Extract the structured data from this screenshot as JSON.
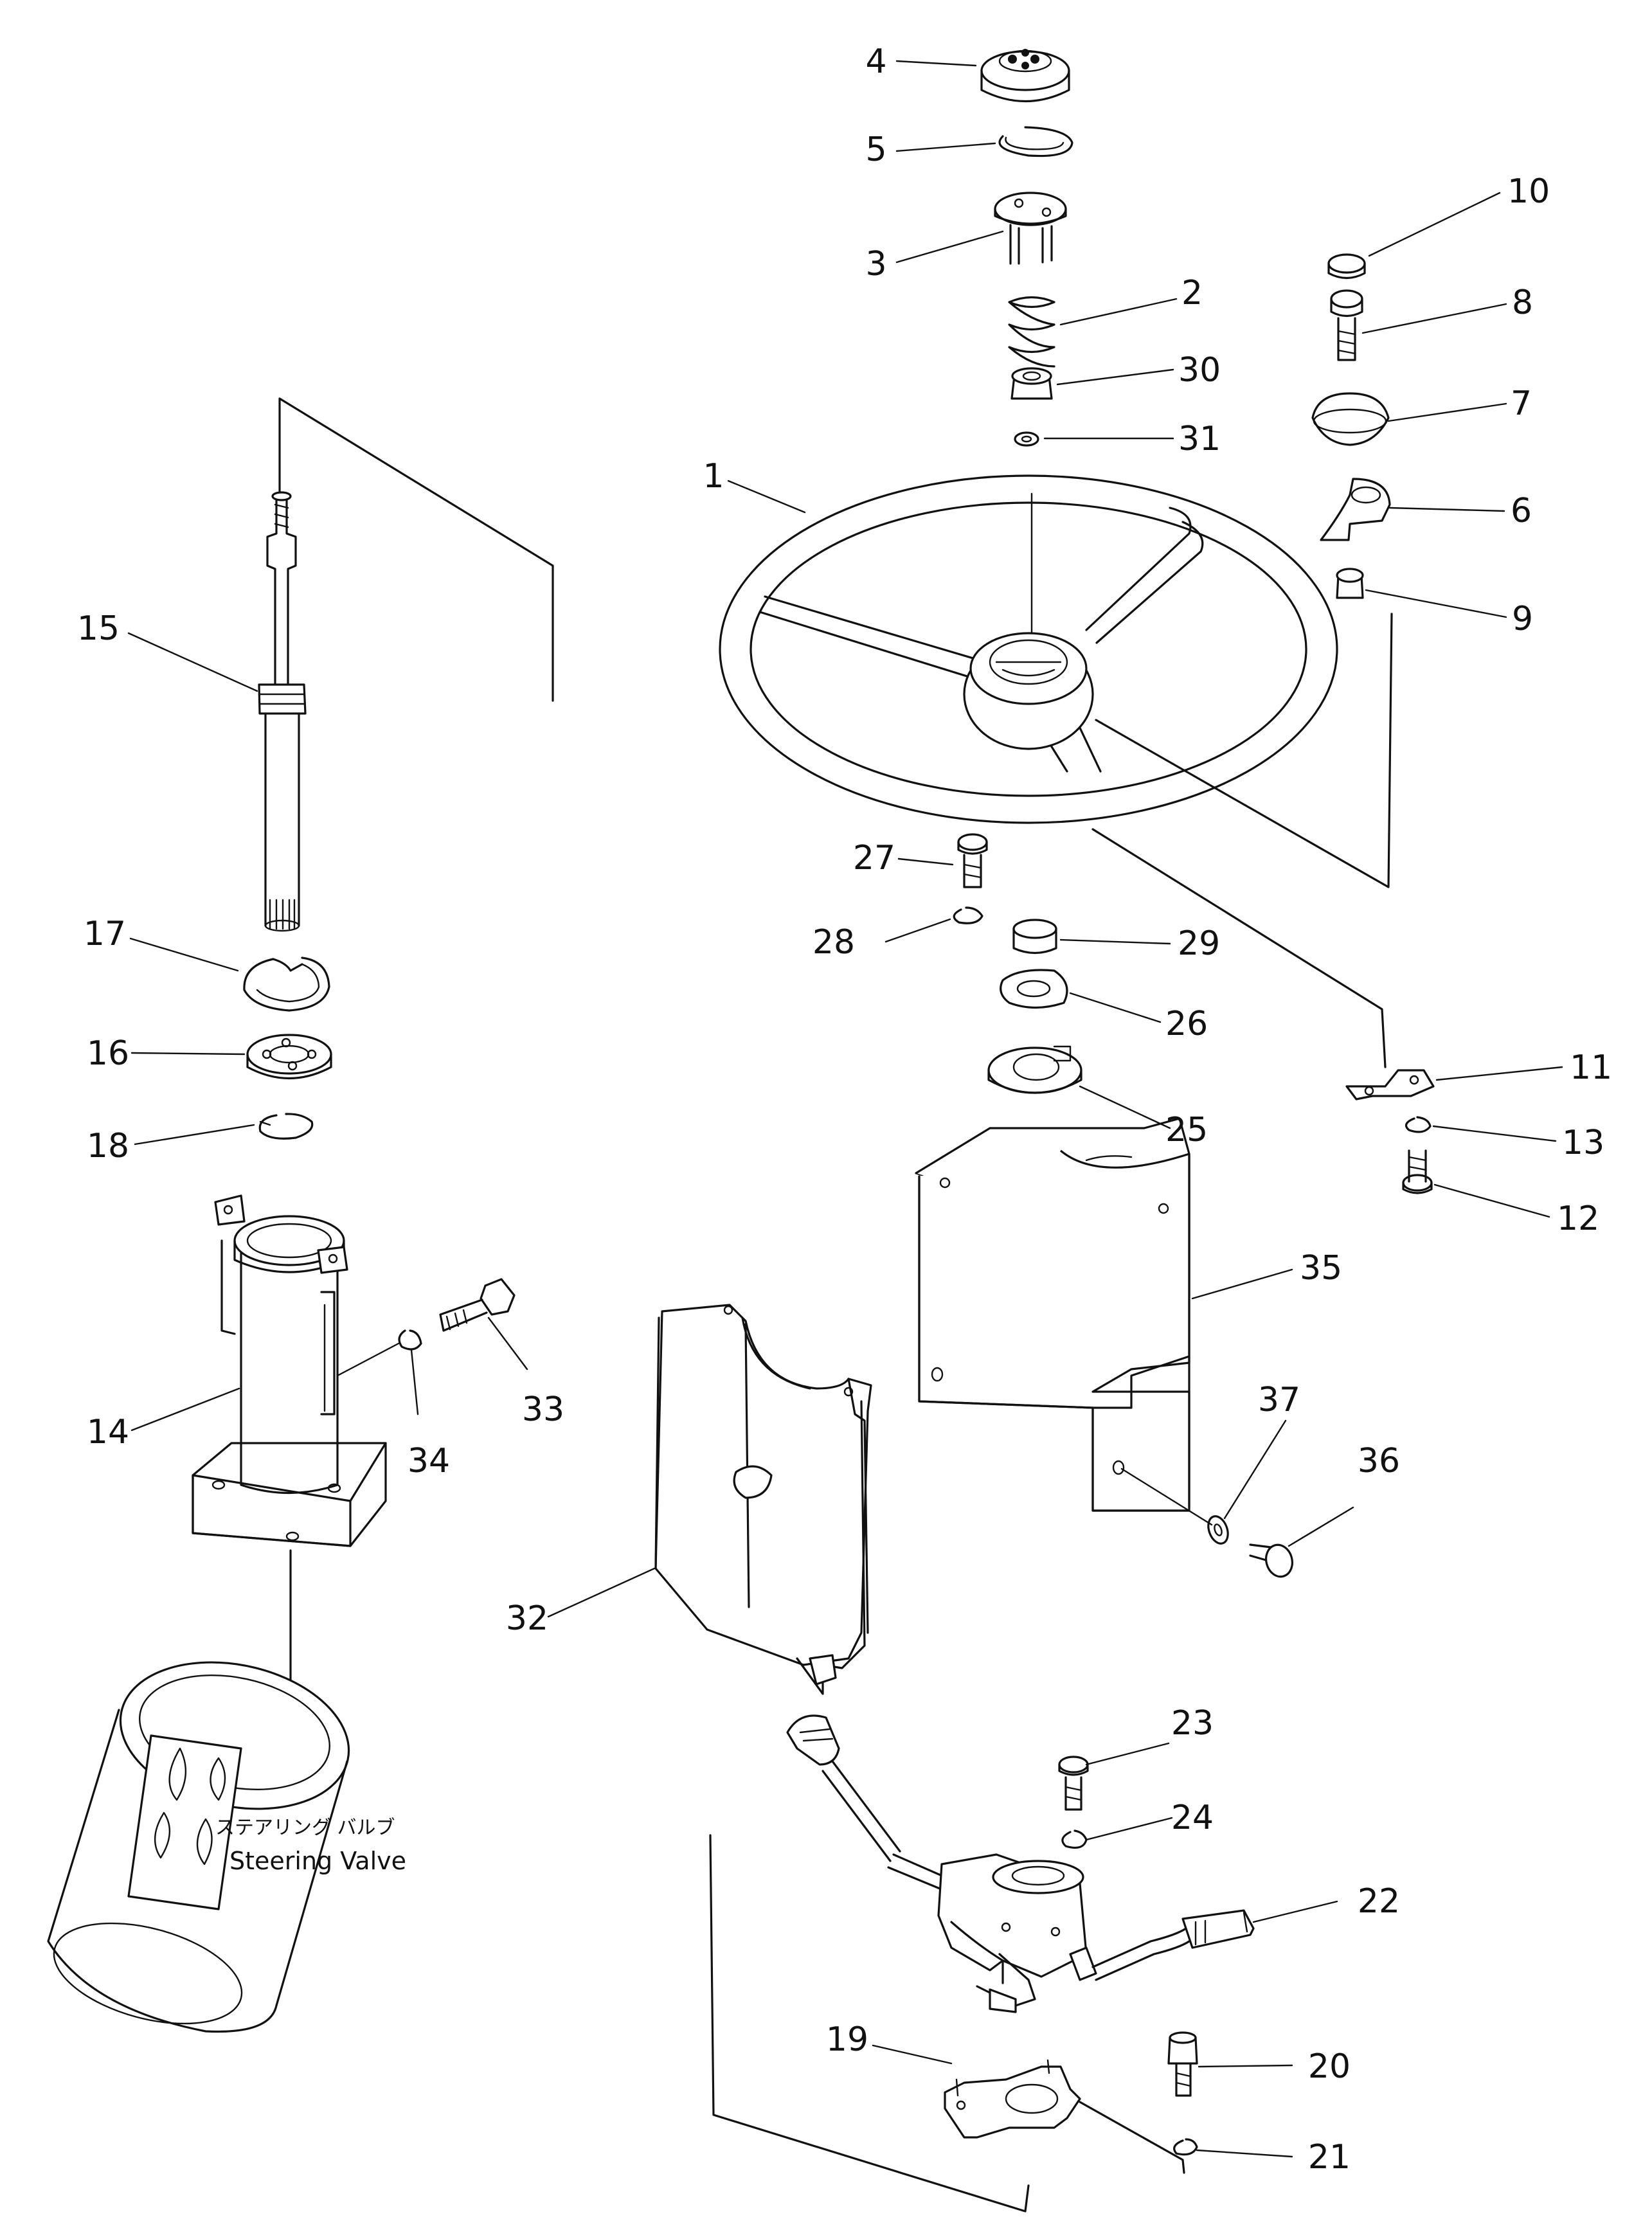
{
  "parts": [
    {
      "id": "1",
      "label": "1"
    },
    {
      "id": "2",
      "label": "2"
    },
    {
      "id": "3",
      "label": "3"
    },
    {
      "id": "4",
      "label": "4"
    },
    {
      "id": "5",
      "label": "5"
    },
    {
      "id": "6",
      "label": "6"
    },
    {
      "id": "7",
      "label": "7"
    },
    {
      "id": "8",
      "label": "8"
    },
    {
      "id": "9",
      "label": "9"
    },
    {
      "id": "10",
      "label": "10"
    },
    {
      "id": "11",
      "label": "11"
    },
    {
      "id": "12",
      "label": "12"
    },
    {
      "id": "13",
      "label": "13"
    },
    {
      "id": "14",
      "label": "14"
    },
    {
      "id": "15",
      "label": "15"
    },
    {
      "id": "16",
      "label": "16"
    },
    {
      "id": "17",
      "label": "17"
    },
    {
      "id": "18",
      "label": "18"
    },
    {
      "id": "19",
      "label": "19"
    },
    {
      "id": "20",
      "label": "20"
    },
    {
      "id": "21",
      "label": "21"
    },
    {
      "id": "22",
      "label": "22"
    },
    {
      "id": "23",
      "label": "23"
    },
    {
      "id": "24",
      "label": "24"
    },
    {
      "id": "25",
      "label": "25"
    },
    {
      "id": "26",
      "label": "26"
    },
    {
      "id": "27",
      "label": "27"
    },
    {
      "id": "28",
      "label": "28"
    },
    {
      "id": "29",
      "label": "29"
    },
    {
      "id": "30",
      "label": "30"
    },
    {
      "id": "31",
      "label": "31"
    },
    {
      "id": "32",
      "label": "32"
    },
    {
      "id": "33",
      "label": "33"
    },
    {
      "id": "34",
      "label": "34"
    },
    {
      "id": "35",
      "label": "35"
    },
    {
      "id": "36",
      "label": "36"
    },
    {
      "id": "37",
      "label": "37"
    }
  ],
  "valve_caption": {
    "japanese": "ステアリング バルブ",
    "english": "Steering Valve"
  }
}
